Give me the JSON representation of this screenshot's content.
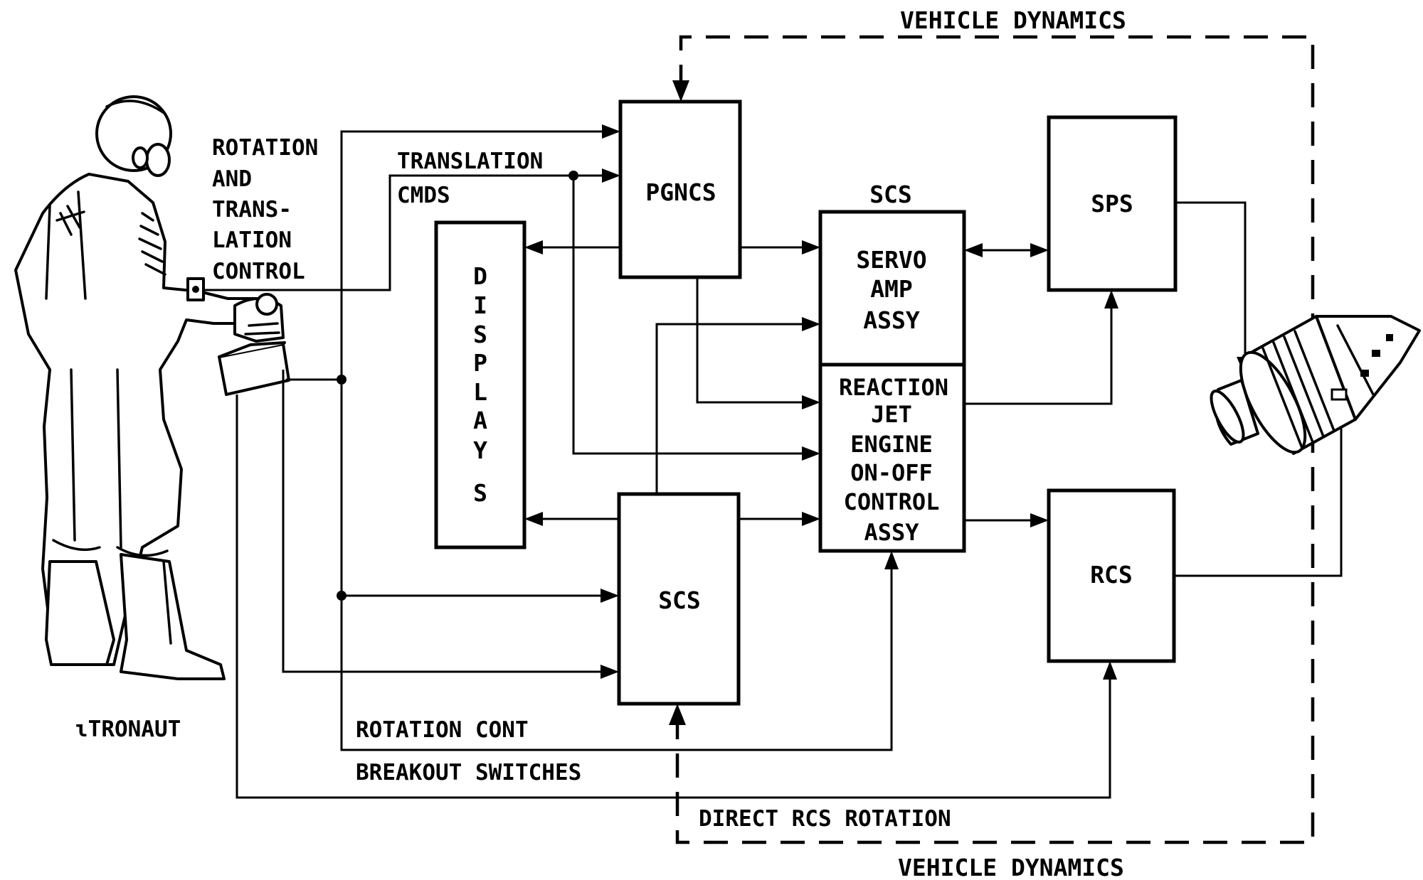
{
  "labels": {
    "vehicle_dynamics_top": "VEHICLE DYNAMICS",
    "vehicle_dynamics_bottom": "VEHICLE DYNAMICS",
    "rot_trans_1": "ROTATION",
    "rot_trans_2": "AND",
    "rot_trans_3": "TRANS-",
    "rot_trans_4": "LATION",
    "rot_trans_5": "CONTROL",
    "translation_1": "TRANSLATION",
    "translation_2": "CMDS",
    "rotation_cont": "ROTATION CONT",
    "breakout_switches": "BREAKOUT SWITCHES",
    "direct_rcs_rotation": "DIRECT RCS ROTATION",
    "astronaut": "ɩTRONAUT",
    "scs_group": "SCS"
  },
  "boxes": {
    "pgncs": "PGNCS",
    "displays": [
      "D",
      "I",
      "S",
      "P",
      "L",
      "A",
      "Y",
      "S"
    ],
    "servo": [
      "SERVO",
      "AMP",
      "ASSY"
    ],
    "reaction": [
      "REACTION",
      "JET",
      "ENGINE",
      "ON-OFF",
      "CONTROL",
      "ASSY"
    ],
    "sps": "SPS",
    "rcs": "RCS",
    "scs": "SCS"
  }
}
